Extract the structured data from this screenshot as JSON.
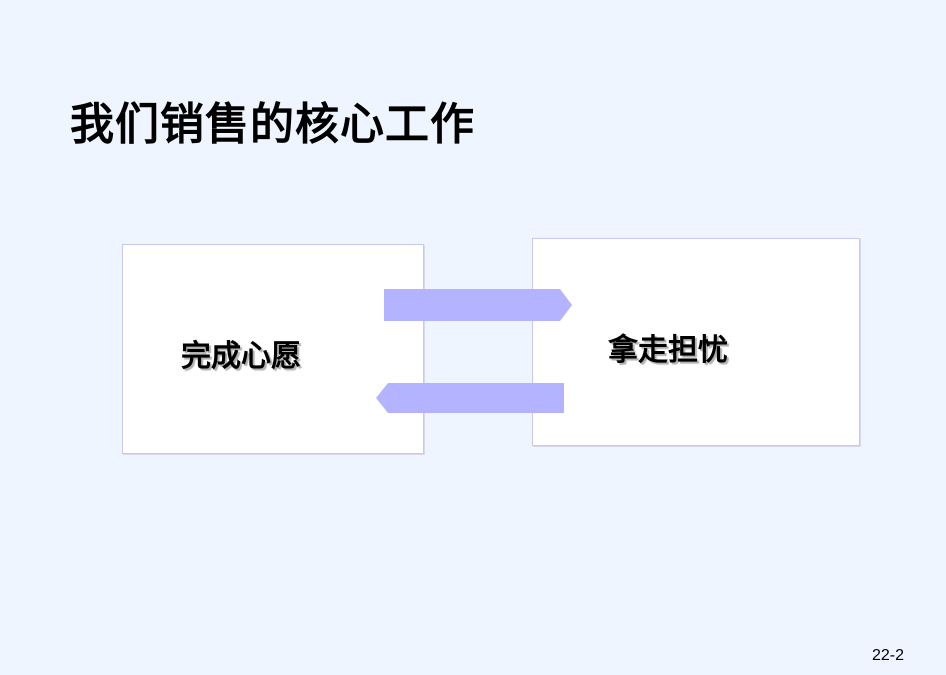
{
  "slide": {
    "title": "我们销售的核心工作",
    "page_number": "22-2"
  },
  "diagram": {
    "left_box": {
      "label": "完成心愿"
    },
    "right_box": {
      "label": "拿走担忧"
    },
    "arrow_color": "#b3b3ff",
    "box_border_color": "#c8c8ee",
    "background_color": "#eef5ff"
  }
}
